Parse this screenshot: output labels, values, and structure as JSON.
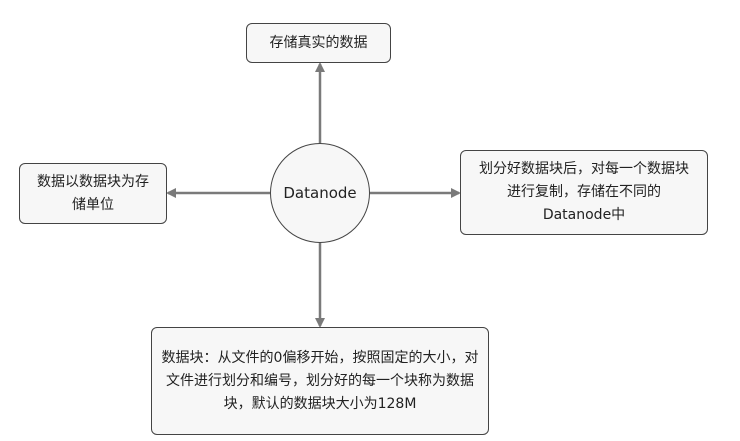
{
  "diagram": {
    "center": "Datanode",
    "top": "存储真实的数据",
    "left": "数据以数据块为存储单位",
    "right": "划分好数据块后，对每一个数据块进行复制，存储在不同的Datanode中",
    "bottom": "数据块：从文件的0偏移开始，按照固定的大小，对文件进行划分和编号，划分好的每一个块称为数据块，默认的数据块大小为128M"
  },
  "colors": {
    "box_fill": "#f7f7f7",
    "box_border": "#444444",
    "connector": "#7a7a7a",
    "text": "#222222"
  }
}
